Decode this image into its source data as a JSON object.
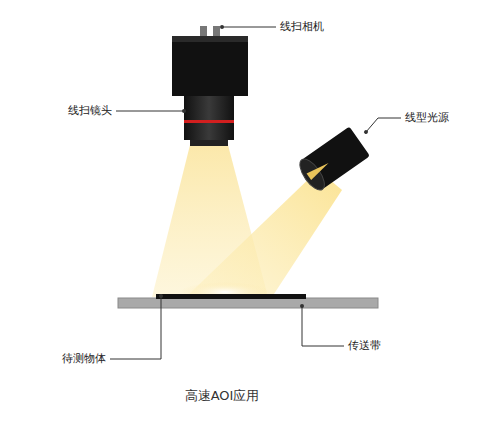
{
  "diagram": {
    "caption": "高速AOI应用",
    "labels": [
      "线扫相机",
      "线扫镜头",
      "线型光源",
      "待测物体",
      "传送带"
    ]
  }
}
